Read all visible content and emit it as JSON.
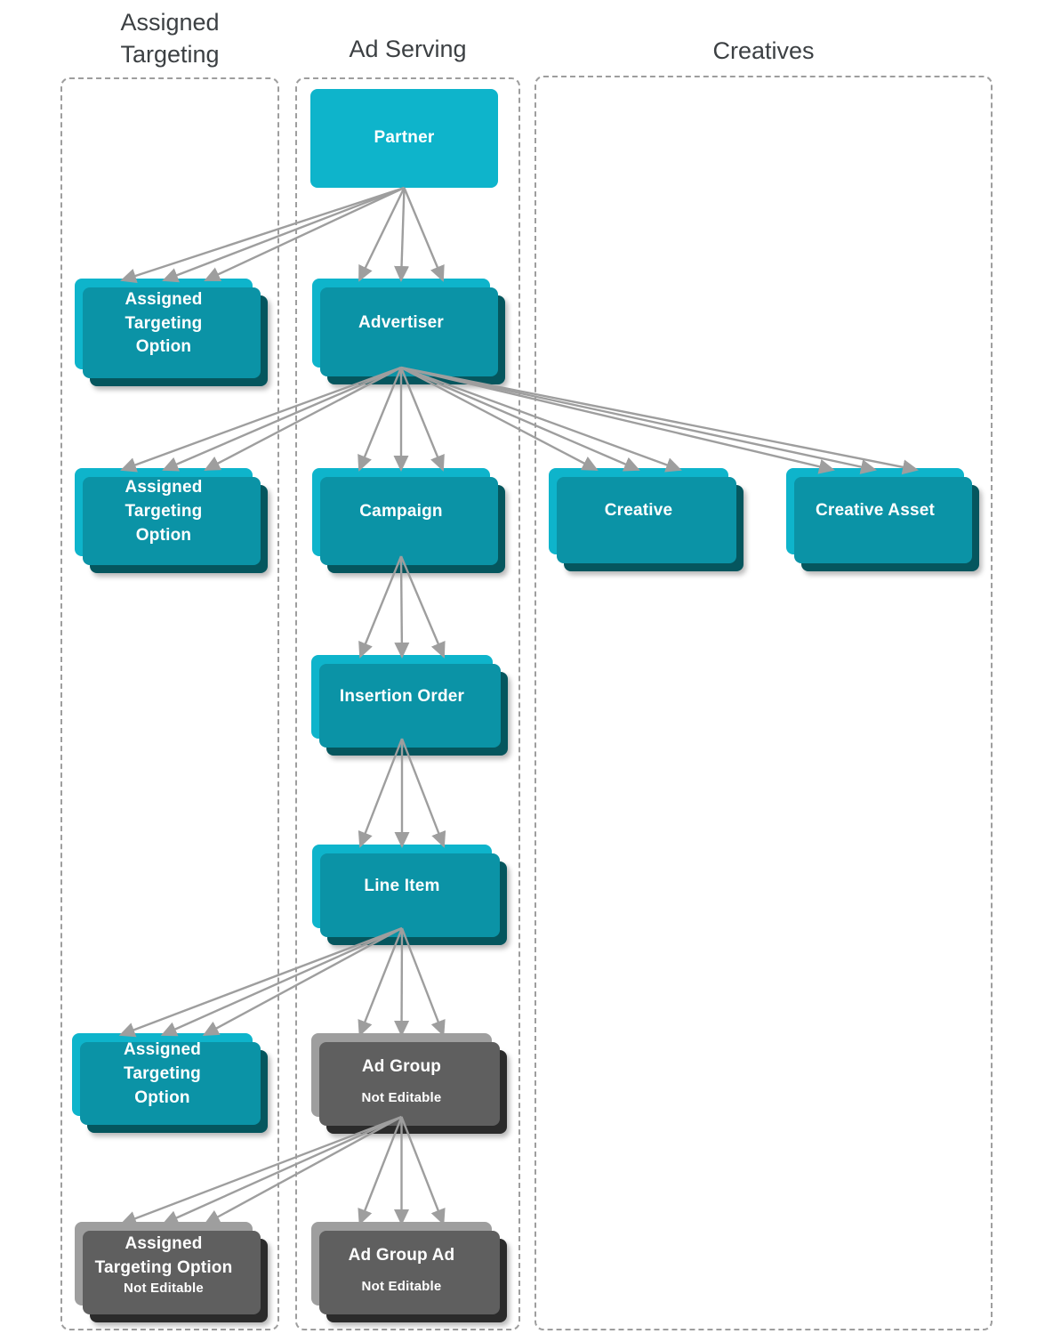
{
  "columns": {
    "assigned_targeting": {
      "title": "Assigned\nTargeting"
    },
    "ad_serving": {
      "title": "Ad Serving"
    },
    "creatives": {
      "title": "Creatives"
    }
  },
  "nodes": {
    "partner": {
      "label": "Partner",
      "editable": true
    },
    "ato1": {
      "label": "Assigned\nTargeting\nOption",
      "editable": true
    },
    "advertiser": {
      "label": "Advertiser",
      "editable": true
    },
    "ato2": {
      "label": "Assigned\nTargeting\nOption",
      "editable": true
    },
    "campaign": {
      "label": "Campaign",
      "editable": true
    },
    "creative": {
      "label": "Creative",
      "editable": true
    },
    "creative_asset": {
      "label": "Creative Asset",
      "editable": true
    },
    "insertion_order": {
      "label": "Insertion Order",
      "editable": true
    },
    "line_item": {
      "label": "Line Item",
      "editable": true
    },
    "ato3": {
      "label": "Assigned\nTargeting\nOption",
      "editable": true
    },
    "ad_group": {
      "label": "Ad Group",
      "sublabel": "Not Editable",
      "editable": false
    },
    "ato4": {
      "label": "Assigned\nTargeting Option",
      "sublabel": "Not Editable",
      "editable": false
    },
    "ad_group_ad": {
      "label": "Ad Group Ad",
      "sublabel": "Not Editable",
      "editable": false
    }
  },
  "edges": [
    {
      "from": "partner",
      "to": "ato1"
    },
    {
      "from": "partner",
      "to": "advertiser"
    },
    {
      "from": "advertiser",
      "to": "ato2"
    },
    {
      "from": "advertiser",
      "to": "campaign"
    },
    {
      "from": "advertiser",
      "to": "creative"
    },
    {
      "from": "advertiser",
      "to": "creative_asset"
    },
    {
      "from": "campaign",
      "to": "insertion_order"
    },
    {
      "from": "insertion_order",
      "to": "line_item"
    },
    {
      "from": "line_item",
      "to": "ato3"
    },
    {
      "from": "line_item",
      "to": "ad_group"
    },
    {
      "from": "ad_group",
      "to": "ato4"
    },
    {
      "from": "ad_group",
      "to": "ad_group_ad"
    }
  ],
  "colors": {
    "node_editable": "#0eb4cb",
    "node_editable_layer2": "#0b93a6",
    "node_editable_layer3": "#05565e",
    "node_not_editable": "#9e9e9e",
    "node_not_editable_layer2": "#5f5f5f",
    "node_not_editable_layer3": "#2b2b2b",
    "arrow": "#9e9e9e",
    "column_border": "#9e9e9e",
    "heading_text": "#3c4043",
    "node_text": "#ffffff"
  }
}
